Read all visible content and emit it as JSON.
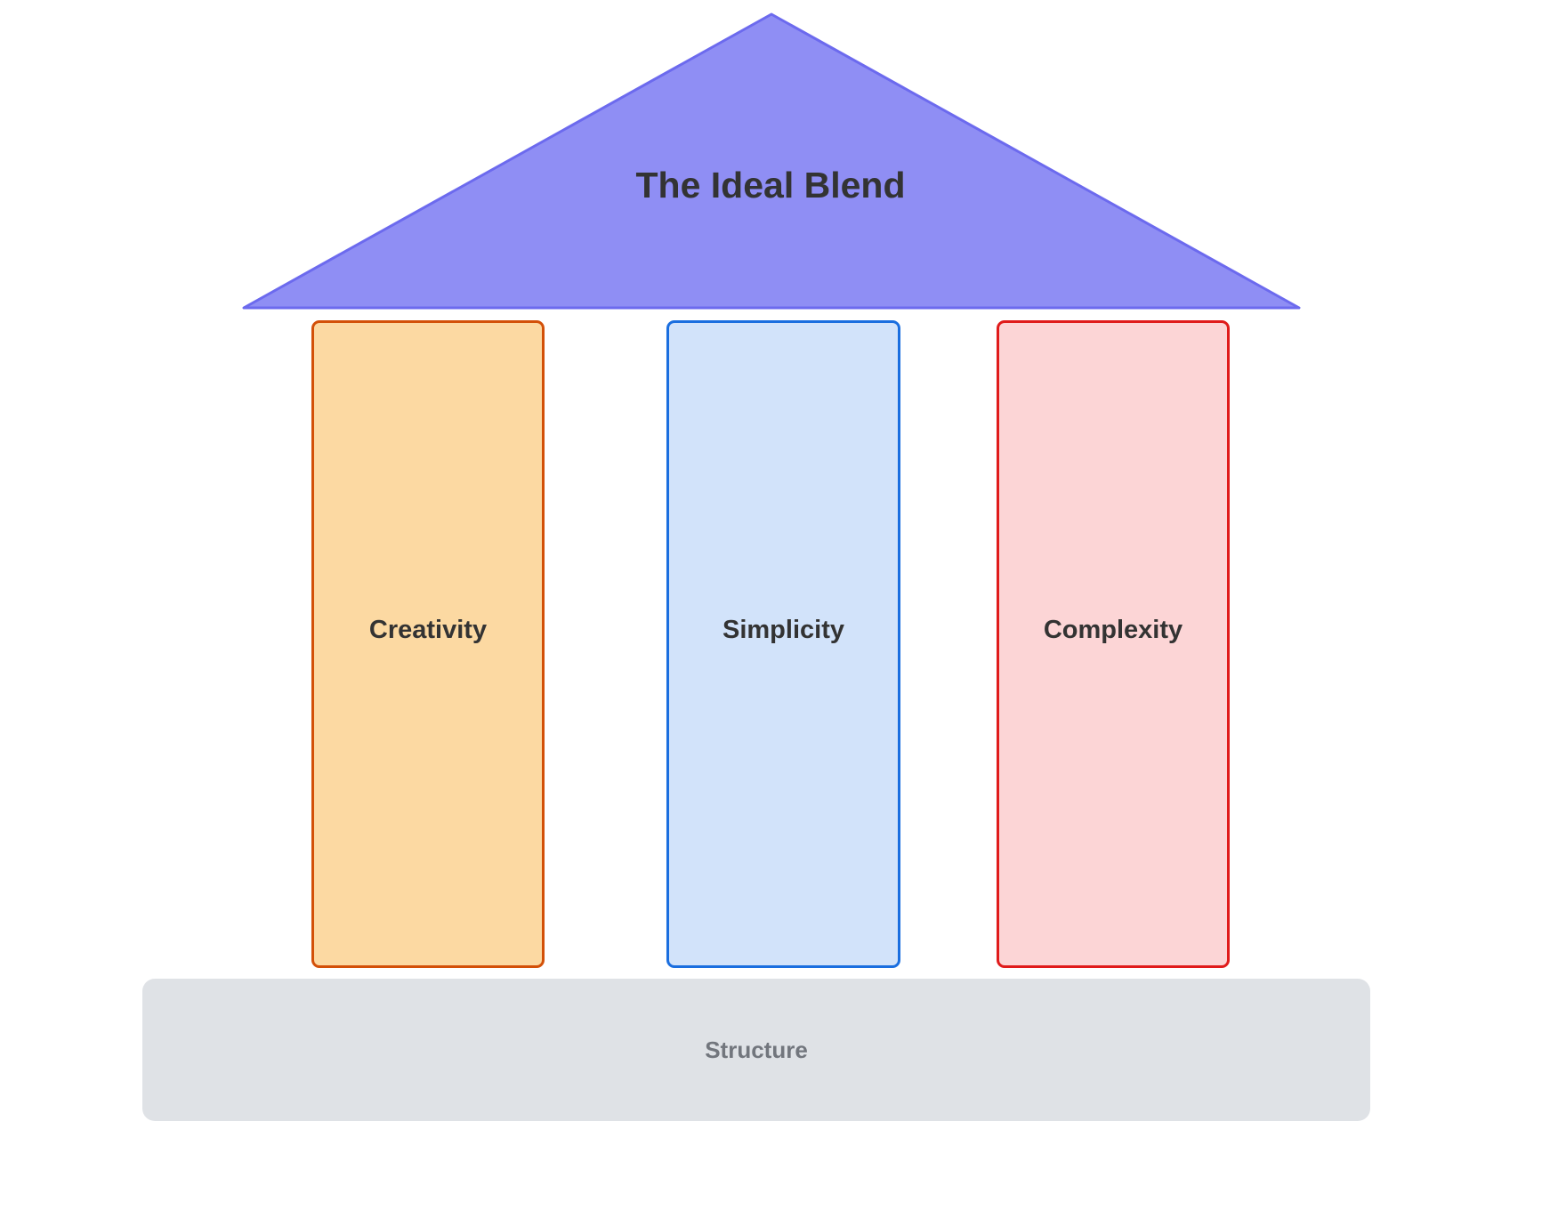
{
  "page": {
    "background": "#FFFFFF"
  },
  "roof": {
    "label": "The Ideal Blend",
    "fill": "#8F8EF4",
    "border": "#6C6AEE",
    "text_color": "#333333"
  },
  "pillars": [
    {
      "label": "Creativity",
      "fill": "#FCD9A2",
      "border": "#D35008",
      "text_color": "#333333"
    },
    {
      "label": "Simplicity",
      "fill": "#D2E3FA",
      "border": "#1A6EDF",
      "text_color": "#333333"
    },
    {
      "label": "Complexity",
      "fill": "#FCD5D6",
      "border": "#E01B1B",
      "text_color": "#333333"
    }
  ],
  "base": {
    "label": "Structure",
    "fill": "#DFE2E6",
    "text_color": "#72767D"
  }
}
